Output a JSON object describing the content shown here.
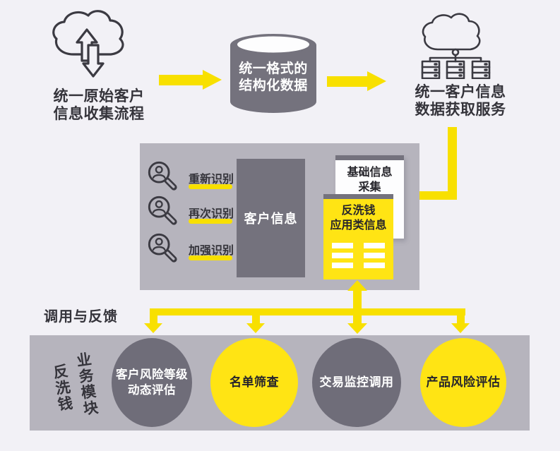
{
  "colors": {
    "background": "#f2f1f6",
    "panel_gray": "#b6b4bd",
    "dark_gray": "#74727d",
    "arrow_yellow": "#f8e000",
    "fill_yellow": "#ffe414",
    "text_dark": "#35343b",
    "text_white": "#ffffff"
  },
  "top_flow": {
    "source": {
      "icon": "cloud-sync-icon",
      "line1": "统一原始客户",
      "line2": "信息收集流程"
    },
    "database": {
      "icon": "database-cylinder-icon",
      "line1": "统一格式的",
      "line2": "结构化数据"
    },
    "service": {
      "icon": "cloud-servers-icon",
      "line1": "统一客户信息",
      "line2": "数据获取服务"
    }
  },
  "identify_panel": {
    "items": [
      {
        "icon": "magnifier-person-icon",
        "label": "重新识别"
      },
      {
        "icon": "magnifier-person-icon",
        "label": "再次识别"
      },
      {
        "icon": "magnifier-person-icon",
        "label": "加强识别"
      }
    ],
    "customer_info": "客户信息",
    "basic_card": {
      "line1": "基础信息",
      "line2": "采集"
    },
    "aml_card": {
      "line1": "反洗钱",
      "line2": "应用类信息"
    }
  },
  "feedback": {
    "label": "调用与反馈"
  },
  "bottom_panel": {
    "vertical_label": {
      "left_column": "反洗钱",
      "right_column": "业务模块"
    },
    "modules": [
      {
        "lines": [
          "客户风险等级",
          "动态评估"
        ],
        "color": "gray"
      },
      {
        "lines": [
          "名单筛查"
        ],
        "color": "yellow"
      },
      {
        "lines": [
          "交易监控调用"
        ],
        "color": "gray"
      },
      {
        "lines": [
          "产品风险评估"
        ],
        "color": "yellow"
      }
    ]
  }
}
